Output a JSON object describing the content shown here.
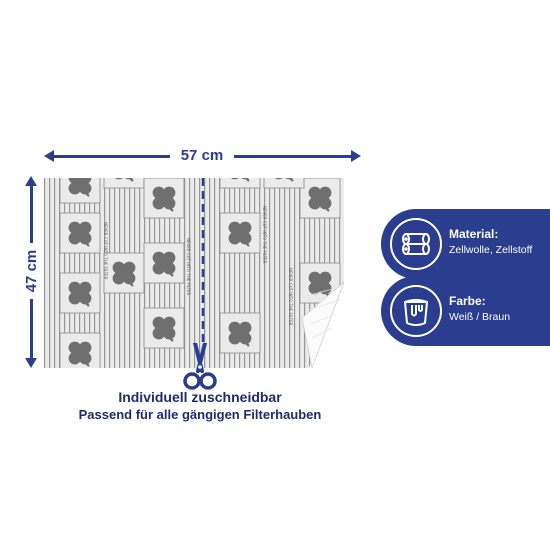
{
  "dimensions": {
    "width_label": "57 cm",
    "height_label": "47 cm"
  },
  "filter_print": {
    "small_text": "NEVER CUT INTO THE FILTER"
  },
  "info_cards": [
    {
      "title": "Material:",
      "value": "Zellwolle, Zellstoff",
      "icon": "material-rolls-icon"
    },
    {
      "title": "Farbe:",
      "value": "Weiß / Braun",
      "icon": "paint-bucket-icon"
    }
  ],
  "caption": {
    "line1": "Individuell zuschneidbar",
    "line2": "Passend für alle gängigen Filterhauben"
  },
  "colors": {
    "brand": "#2a3d8f",
    "caption": "#1e2c6e",
    "mat_background": "#ebebeb",
    "mat_pattern": "#6f6f6f"
  }
}
